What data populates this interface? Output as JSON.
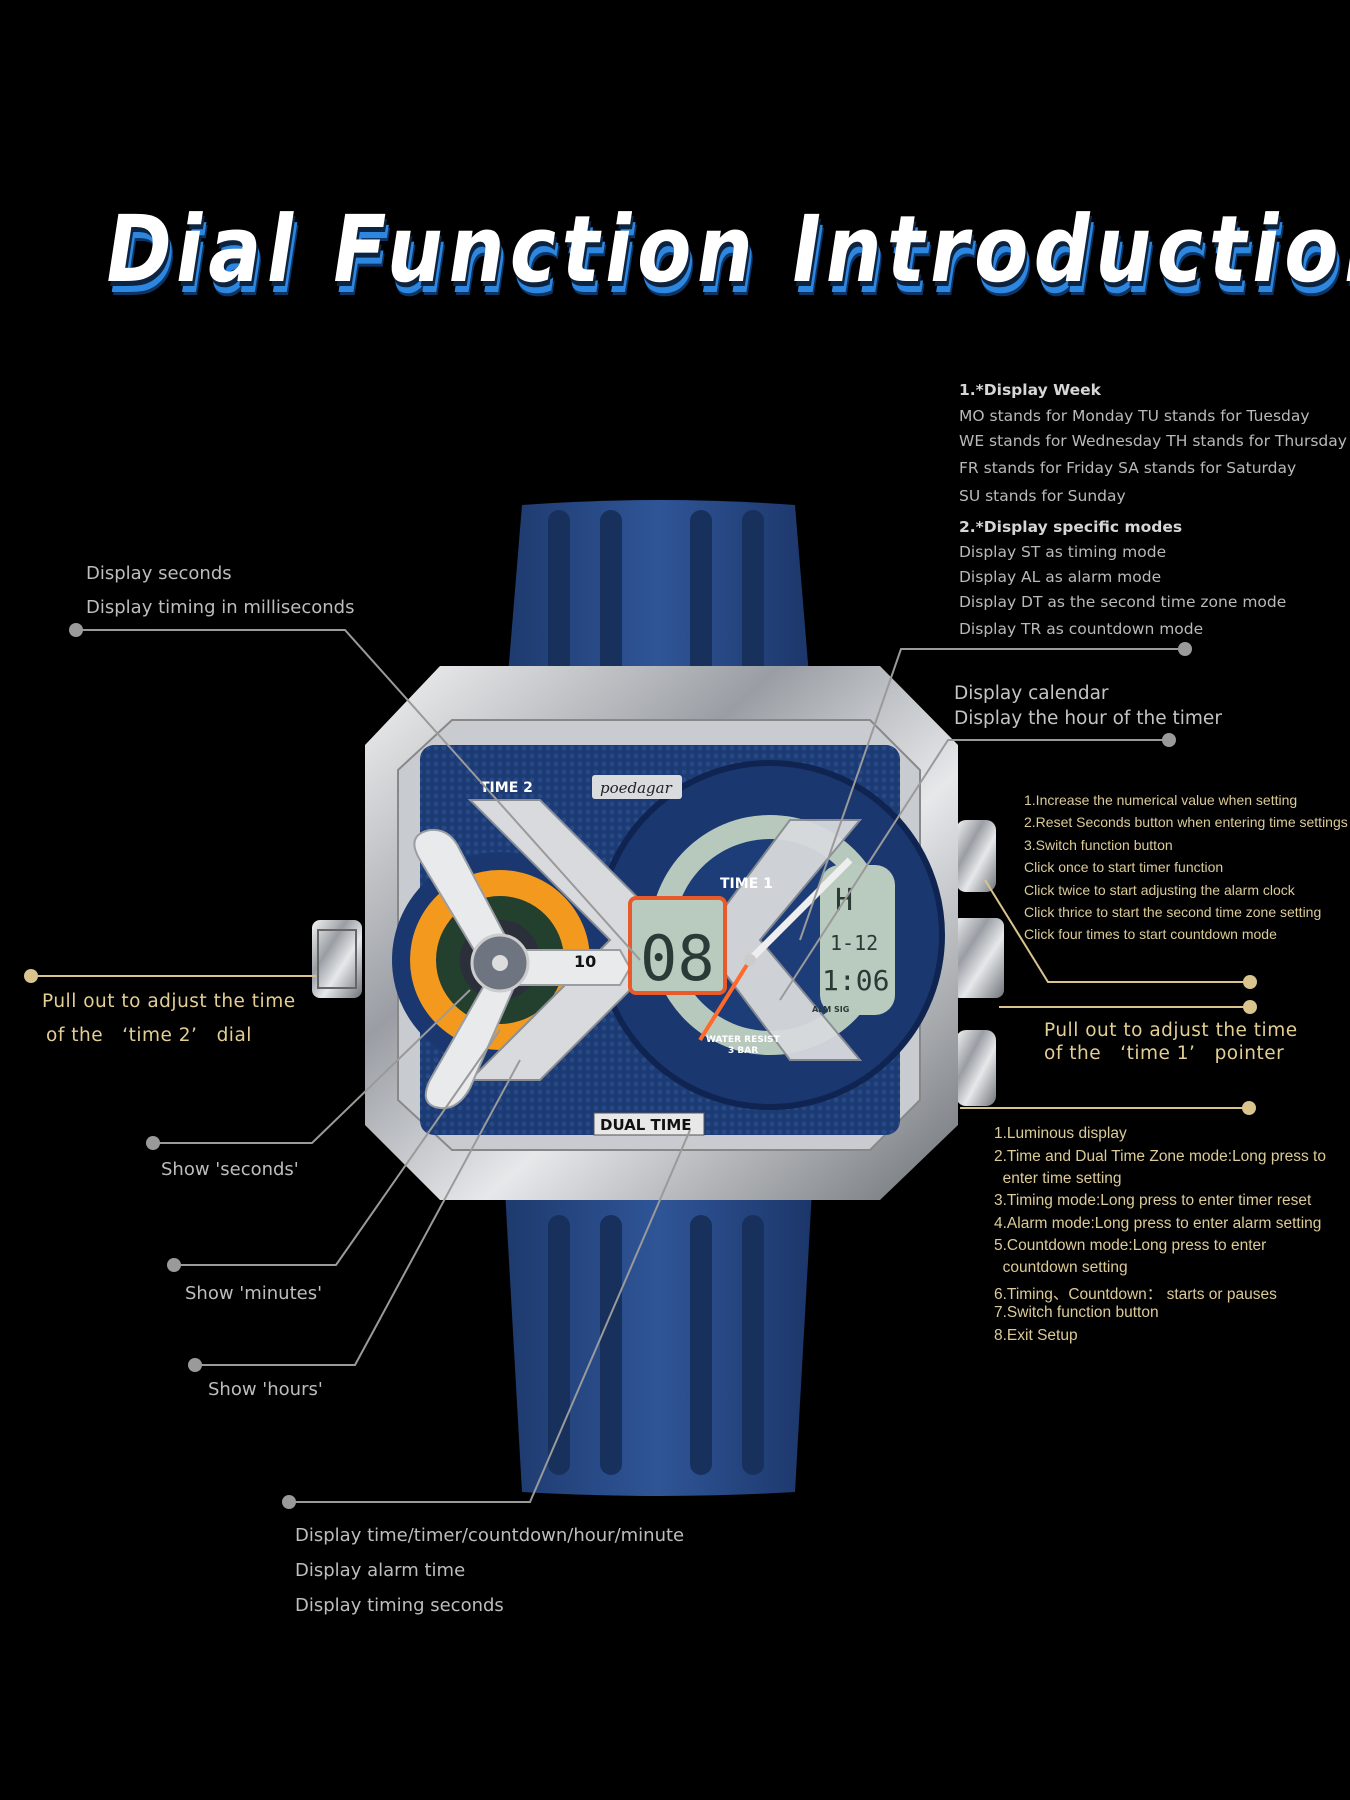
{
  "title": "Dial Function Introduction",
  "colors": {
    "background": "#000000",
    "text_gray": "#b9b9b9",
    "text_gold": "#dccb97",
    "accent_blue": "#2d86e0",
    "strap_blue": "#2a4f8f",
    "dial_blue": "#1f3f78",
    "orange": "#f39a1e"
  },
  "week_block": {
    "heading": "1.*Display Week",
    "lines": [
      "MO stands for Monday  TU stands for Tuesday",
      "WE stands for Wednesday  TH stands for Thursday",
      "FR stands for Friday    SA stands for Saturday",
      "SU stands for Sunday"
    ],
    "modes_heading": "2.*Display specific modes",
    "modes": [
      "Display ST as timing mode",
      "Display AL as alarm mode",
      "Display DT as the second time zone mode",
      "Display TR as countdown mode"
    ]
  },
  "calendar": [
    "Display calendar",
    "Display the hour of the timer"
  ],
  "top_button": [
    "1.Increase the numerical value when setting",
    "2.Reset Seconds button when entering time settings",
    "3.Switch function button",
    "Click once to start timer function",
    "Click twice to start adjusting the alarm clock",
    "Click thrice to start the second time zone setting",
    "Click four times to start countdown mode"
  ],
  "crown_right": [
    "Pull out to adjust the time",
    "of the   ‘time 1’   pointer"
  ],
  "bottom_button": [
    "1.Luminous display",
    "2.Time and Dual Time Zone mode:Long press to",
    "  enter time setting",
    "3.Timing mode:Long press to enter timer reset",
    "4.Alarm mode:Long press to enter alarm setting",
    "5.Countdown mode:Long press to enter",
    "  countdown setting",
    "6.Timing、Countdown： starts or pauses",
    "7.Switch function button",
    "8.Exit Setup"
  ],
  "seconds_ms": [
    "Display seconds",
    "Display timing in milliseconds"
  ],
  "crown_left": [
    "Pull out to adjust the time",
    "of the   ‘time 2’   dial"
  ],
  "show_seconds": "Show 'seconds'",
  "show_minutes": "Show 'minutes'",
  "show_hours": "Show 'hours'",
  "bottom_lcd": [
    "Display time/timer/countdown/hour/minute",
    "Display alarm time",
    "Display timing seconds"
  ],
  "watch": {
    "brand": "poedagar",
    "time2": "TIME 2",
    "time1": "TIME 1",
    "dual_time": "DUAL TIME",
    "water1": "WATER RESIST",
    "water2": "3 BAR",
    "alm": "ALM SIG",
    "lcd_left": "08",
    "lcd_right_top": "1-12",
    "lcd_right_bottom": "1:06",
    "top_right_digit": "H",
    "ring_digit": "10"
  }
}
